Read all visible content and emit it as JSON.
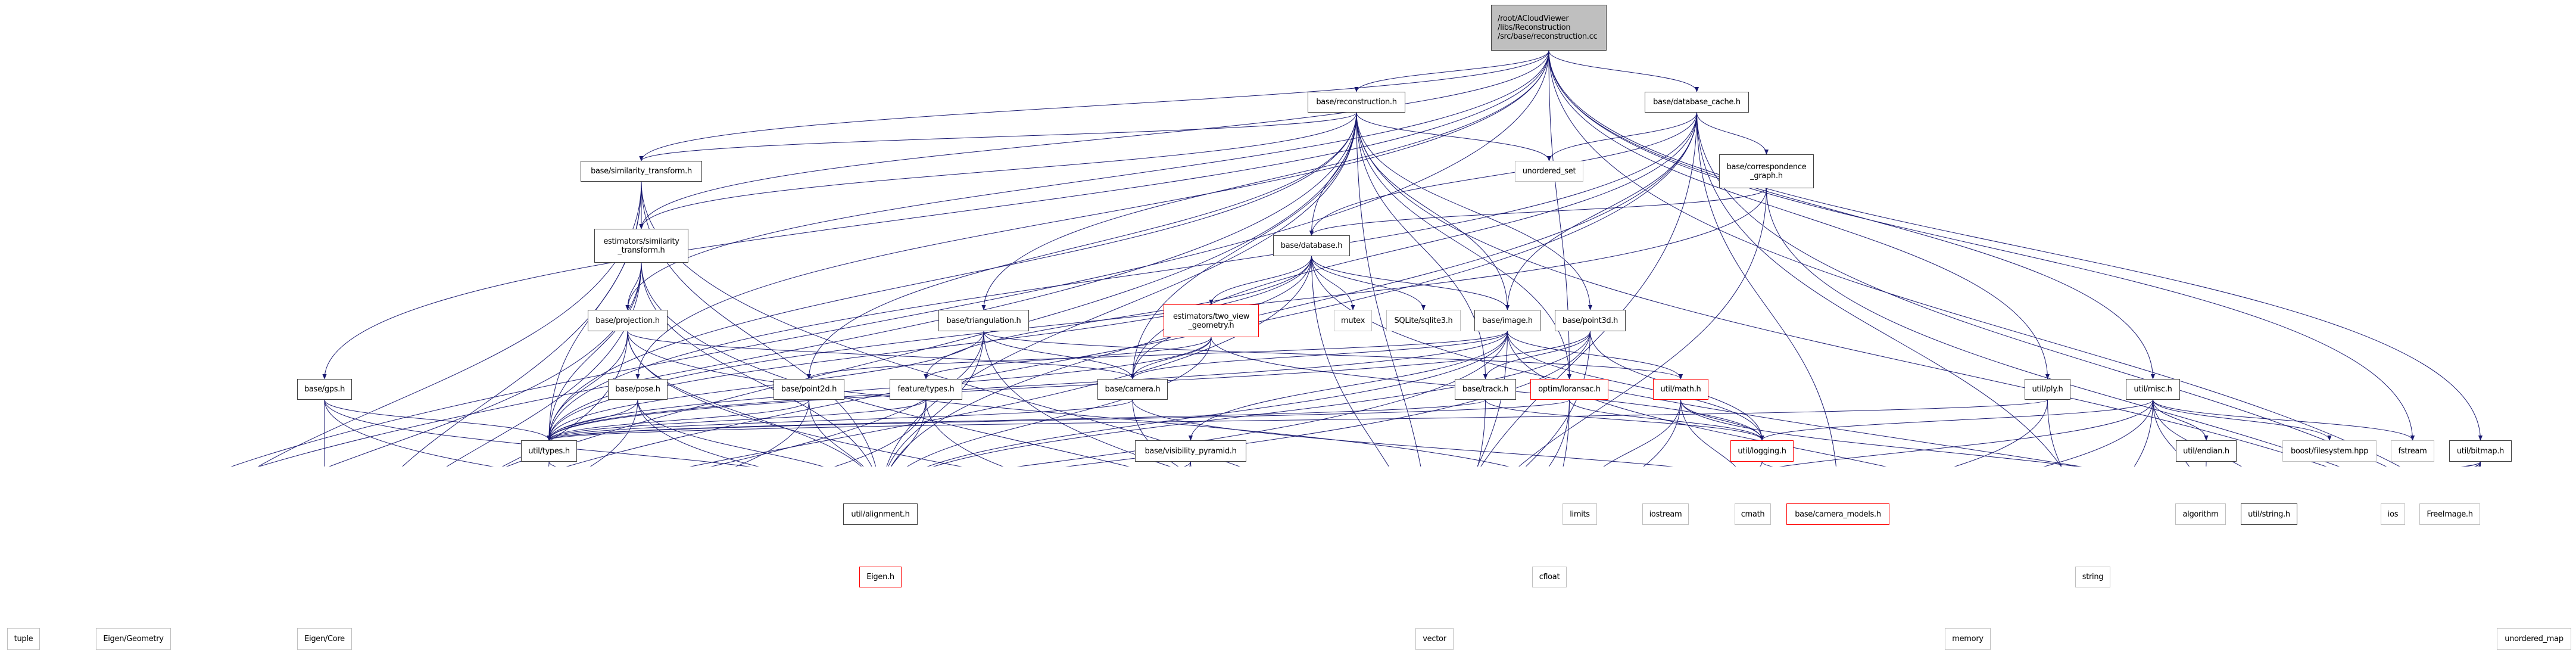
{
  "colors": {
    "edge": "#191970",
    "root_fill": "#bfbfbf",
    "truncated_border": "#ff0000",
    "external_border": "#bfbfbf",
    "normal_border": "#404040"
  },
  "nodes": [
    {
      "id": "root",
      "lines": [
        "/root/ACloudViewer",
        "/libs/Reconstruction",
        "/src/base/reconstruction.cc"
      ],
      "style": "root"
    },
    {
      "id": "reconstruction_h",
      "lines": [
        "base/reconstruction.h"
      ],
      "style": "normal"
    },
    {
      "id": "database_cache_h",
      "lines": [
        "base/database_cache.h"
      ],
      "style": "normal"
    },
    {
      "id": "similarity_transform_h",
      "lines": [
        "base/similarity_transform.h"
      ],
      "style": "normal"
    },
    {
      "id": "unordered_set",
      "lines": [
        "unordered_set"
      ],
      "style": "external"
    },
    {
      "id": "correspondence_graph_h",
      "lines": [
        "base/correspondence",
        "_graph.h"
      ],
      "style": "normal"
    },
    {
      "id": "est_similarity_transform_h",
      "lines": [
        "estimators/similarity",
        "_transform.h"
      ],
      "style": "normal"
    },
    {
      "id": "database_h",
      "lines": [
        "base/database.h"
      ],
      "style": "normal"
    },
    {
      "id": "projection_h",
      "lines": [
        "base/projection.h"
      ],
      "style": "normal"
    },
    {
      "id": "triangulation_h",
      "lines": [
        "base/triangulation.h"
      ],
      "style": "normal"
    },
    {
      "id": "two_view_geometry_h",
      "lines": [
        "estimators/two_view",
        "_geometry.h"
      ],
      "style": "truncated"
    },
    {
      "id": "mutex",
      "lines": [
        "mutex"
      ],
      "style": "external"
    },
    {
      "id": "sqlite3_h",
      "lines": [
        "SQLite/sqlite3.h"
      ],
      "style": "external"
    },
    {
      "id": "image_h",
      "lines": [
        "base/image.h"
      ],
      "style": "normal"
    },
    {
      "id": "point3d_h",
      "lines": [
        "base/point3d.h"
      ],
      "style": "normal"
    },
    {
      "id": "gps_h",
      "lines": [
        "base/gps.h"
      ],
      "style": "normal"
    },
    {
      "id": "pose_h",
      "lines": [
        "base/pose.h"
      ],
      "style": "normal"
    },
    {
      "id": "point2d_h",
      "lines": [
        "base/point2d.h"
      ],
      "style": "normal"
    },
    {
      "id": "feature_types_h",
      "lines": [
        "feature/types.h"
      ],
      "style": "normal"
    },
    {
      "id": "camera_h",
      "lines": [
        "base/camera.h"
      ],
      "style": "normal"
    },
    {
      "id": "track_h",
      "lines": [
        "base/track.h"
      ],
      "style": "normal"
    },
    {
      "id": "loransac_h",
      "lines": [
        "optim/loransac.h"
      ],
      "style": "truncated"
    },
    {
      "id": "math_h",
      "lines": [
        "util/math.h"
      ],
      "style": "truncated"
    },
    {
      "id": "ply_h",
      "lines": [
        "util/ply.h"
      ],
      "style": "normal"
    },
    {
      "id": "misc_h",
      "lines": [
        "util/misc.h"
      ],
      "style": "normal"
    },
    {
      "id": "types_h",
      "lines": [
        "util/types.h"
      ],
      "style": "normal"
    },
    {
      "id": "visibility_pyramid_h",
      "lines": [
        "base/visibility_pyramid.h"
      ],
      "style": "normal"
    },
    {
      "id": "logging_h",
      "lines": [
        "util/logging.h"
      ],
      "style": "truncated"
    },
    {
      "id": "endian_h",
      "lines": [
        "util/endian.h"
      ],
      "style": "normal"
    },
    {
      "id": "boost_filesystem",
      "lines": [
        "boost/filesystem.hpp"
      ],
      "style": "external"
    },
    {
      "id": "fstream",
      "lines": [
        "fstream"
      ],
      "style": "external"
    },
    {
      "id": "bitmap_h",
      "lines": [
        "util/bitmap.h"
      ],
      "style": "normal"
    },
    {
      "id": "alignment_h",
      "lines": [
        "util/alignment.h"
      ],
      "style": "normal"
    },
    {
      "id": "limits",
      "lines": [
        "limits"
      ],
      "style": "external"
    },
    {
      "id": "iostream",
      "lines": [
        "iostream"
      ],
      "style": "external"
    },
    {
      "id": "cmath",
      "lines": [
        "cmath"
      ],
      "style": "external"
    },
    {
      "id": "camera_models_h",
      "lines": [
        "base/camera_models.h"
      ],
      "style": "truncated"
    },
    {
      "id": "algorithm",
      "lines": [
        "algorithm"
      ],
      "style": "external"
    },
    {
      "id": "string_h",
      "lines": [
        "util/string.h"
      ],
      "style": "normal"
    },
    {
      "id": "ios",
      "lines": [
        "ios"
      ],
      "style": "external"
    },
    {
      "id": "freeimage_h",
      "lines": [
        "FreeImage.h"
      ],
      "style": "external"
    },
    {
      "id": "eigen_h",
      "lines": [
        "Eigen.h"
      ],
      "style": "truncated"
    },
    {
      "id": "cfloat",
      "lines": [
        "cfloat"
      ],
      "style": "external"
    },
    {
      "id": "string",
      "lines": [
        "string"
      ],
      "style": "external"
    },
    {
      "id": "tuple",
      "lines": [
        "tuple"
      ],
      "style": "external"
    },
    {
      "id": "eigen_geometry",
      "lines": [
        "Eigen/Geometry"
      ],
      "style": "external"
    },
    {
      "id": "eigen_core",
      "lines": [
        "Eigen/Core"
      ],
      "style": "external"
    },
    {
      "id": "vector",
      "lines": [
        "vector"
      ],
      "style": "external"
    },
    {
      "id": "memory",
      "lines": [
        "memory"
      ],
      "style": "external"
    },
    {
      "id": "unordered_map",
      "lines": [
        "unordered_map"
      ],
      "style": "external"
    }
  ],
  "edges": [
    [
      "root",
      "reconstruction_h"
    ],
    [
      "root",
      "database_cache_h"
    ],
    [
      "root",
      "gps_h"
    ],
    [
      "root",
      "pose_h"
    ],
    [
      "root",
      "projection_h"
    ],
    [
      "root",
      "similarity_transform_h"
    ],
    [
      "root",
      "triangulation_h"
    ],
    [
      "root",
      "est_similarity_transform_h"
    ],
    [
      "root",
      "loransac_h"
    ],
    [
      "root",
      "bitmap_h"
    ],
    [
      "root",
      "misc_h"
    ],
    [
      "root",
      "ply_h"
    ],
    [
      "root",
      "fstream"
    ],
    [
      "root",
      "unordered_map"
    ],
    [
      "root",
      "tuple"
    ],
    [
      "reconstruction_h",
      "tuple"
    ],
    [
      "reconstruction_h",
      "unordered_map"
    ],
    [
      "reconstruction_h",
      "unordered_set"
    ],
    [
      "reconstruction_h",
      "vector"
    ],
    [
      "reconstruction_h",
      "eigen_core"
    ],
    [
      "reconstruction_h",
      "camera_h"
    ],
    [
      "reconstruction_h",
      "database_h"
    ],
    [
      "reconstruction_h",
      "image_h"
    ],
    [
      "reconstruction_h",
      "point2d_h"
    ],
    [
      "reconstruction_h",
      "point3d_h"
    ],
    [
      "reconstruction_h",
      "similarity_transform_h"
    ],
    [
      "reconstruction_h",
      "track_h"
    ],
    [
      "reconstruction_h",
      "est_similarity_transform_h"
    ],
    [
      "reconstruction_h",
      "loransac_h"
    ],
    [
      "reconstruction_h",
      "alignment_h"
    ],
    [
      "reconstruction_h",
      "types_h"
    ],
    [
      "database_cache_h",
      "unordered_map"
    ],
    [
      "database_cache_h",
      "unordered_set"
    ],
    [
      "database_cache_h",
      "vector"
    ],
    [
      "database_cache_h",
      "string"
    ],
    [
      "database_cache_h",
      "eigen_core"
    ],
    [
      "database_cache_h",
      "camera_h"
    ],
    [
      "database_cache_h",
      "camera_models_h"
    ],
    [
      "database_cache_h",
      "correspondence_graph_h"
    ],
    [
      "database_cache_h",
      "database_h"
    ],
    [
      "database_cache_h",
      "image_h"
    ],
    [
      "database_cache_h",
      "alignment_h"
    ],
    [
      "database_cache_h",
      "types_h"
    ],
    [
      "correspondence_graph_h",
      "unordered_map"
    ],
    [
      "correspondence_graph_h",
      "vector"
    ],
    [
      "correspondence_graph_h",
      "database_h"
    ],
    [
      "correspondence_graph_h",
      "types_h"
    ],
    [
      "similarity_transform_h",
      "vector"
    ],
    [
      "similarity_transform_h",
      "eigen_core"
    ],
    [
      "similarity_transform_h",
      "eigen_geometry"
    ],
    [
      "similarity_transform_h",
      "est_similarity_transform_h"
    ],
    [
      "similarity_transform_h",
      "alignment_h"
    ],
    [
      "similarity_transform_h",
      "types_h"
    ],
    [
      "est_similarity_transform_h",
      "vector"
    ],
    [
      "est_similarity_transform_h",
      "eigen_core"
    ],
    [
      "est_similarity_transform_h",
      "eigen_geometry"
    ],
    [
      "est_similarity_transform_h",
      "projection_h"
    ],
    [
      "est_similarity_transform_h",
      "alignment_h"
    ],
    [
      "est_similarity_transform_h",
      "types_h"
    ],
    [
      "database_h",
      "mutex"
    ],
    [
      "database_h",
      "unordered_map"
    ],
    [
      "database_h",
      "vector"
    ],
    [
      "database_h",
      "eigen_core"
    ],
    [
      "database_h",
      "sqlite3_h"
    ],
    [
      "database_h",
      "camera_h"
    ],
    [
      "database_h",
      "image_h"
    ],
    [
      "database_h",
      "two_view_geometry_h"
    ],
    [
      "database_h",
      "feature_types_h"
    ],
    [
      "database_h",
      "types_h"
    ],
    [
      "projection_h",
      "limits"
    ],
    [
      "projection_h",
      "vector"
    ],
    [
      "projection_h",
      "eigen_core"
    ],
    [
      "projection_h",
      "camera_h"
    ],
    [
      "projection_h",
      "alignment_h"
    ],
    [
      "projection_h",
      "types_h"
    ],
    [
      "triangulation_h",
      "vector"
    ],
    [
      "triangulation_h",
      "eigen_core"
    ],
    [
      "triangulation_h",
      "camera_h"
    ],
    [
      "triangulation_h",
      "alignment_h"
    ],
    [
      "triangulation_h",
      "math_h"
    ],
    [
      "triangulation_h",
      "types_h"
    ],
    [
      "two_view_geometry_h",
      "camera_h"
    ],
    [
      "two_view_geometry_h",
      "feature_types_h"
    ],
    [
      "two_view_geometry_h",
      "alignment_h"
    ],
    [
      "two_view_geometry_h",
      "logging_h"
    ],
    [
      "two_view_geometry_h",
      "types_h"
    ],
    [
      "image_h",
      "string"
    ],
    [
      "image_h",
      "vector"
    ],
    [
      "image_h",
      "eigen_core"
    ],
    [
      "image_h",
      "camera_h"
    ],
    [
      "image_h",
      "point2d_h"
    ],
    [
      "image_h",
      "visibility_pyramid_h"
    ],
    [
      "image_h",
      "alignment_h"
    ],
    [
      "image_h",
      "logging_h"
    ],
    [
      "image_h",
      "math_h"
    ],
    [
      "image_h",
      "types_h"
    ],
    [
      "point3d_h",
      "vector"
    ],
    [
      "point3d_h",
      "eigen_core"
    ],
    [
      "point3d_h",
      "track_h"
    ],
    [
      "point3d_h",
      "logging_h"
    ],
    [
      "point3d_h",
      "types_h"
    ],
    [
      "point3d_h",
      "alignment_h"
    ],
    [
      "track_h",
      "vector"
    ],
    [
      "track_h",
      "logging_h"
    ],
    [
      "track_h",
      "types_h"
    ],
    [
      "point2d_h",
      "eigen_core"
    ],
    [
      "point2d_h",
      "alignment_h"
    ],
    [
      "point2d_h",
      "types_h"
    ],
    [
      "camera_h",
      "vector"
    ],
    [
      "camera_h",
      "types_h"
    ],
    [
      "camera_h",
      "camera_models_h"
    ],
    [
      "feature_types_h",
      "vector"
    ],
    [
      "feature_types_h",
      "eigen_core"
    ],
    [
      "feature_types_h",
      "alignment_h"
    ],
    [
      "feature_types_h",
      "types_h"
    ],
    [
      "gps_h",
      "vector"
    ],
    [
      "gps_h",
      "eigen_core"
    ],
    [
      "gps_h",
      "alignment_h"
    ],
    [
      "gps_h",
      "types_h"
    ],
    [
      "pose_h",
      "vector"
    ],
    [
      "pose_h",
      "eigen_core"
    ],
    [
      "pose_h",
      "alignment_h"
    ],
    [
      "pose_h",
      "types_h"
    ],
    [
      "visibility_pyramid_h",
      "vector"
    ],
    [
      "visibility_pyramid_h",
      "eigen_core"
    ],
    [
      "visibility_pyramid_h",
      "alignment_h"
    ],
    [
      "loransac_h",
      "cfloat"
    ],
    [
      "loransac_h",
      "vector"
    ],
    [
      "loransac_h",
      "logging_h"
    ],
    [
      "loransac_h",
      "types_h"
    ],
    [
      "math_h",
      "algorithm"
    ],
    [
      "math_h",
      "cmath"
    ],
    [
      "math_h",
      "limits"
    ],
    [
      "math_h",
      "vector"
    ],
    [
      "math_h",
      "logging_h"
    ],
    [
      "logging_h",
      "iostream"
    ],
    [
      "logging_h",
      "string_h"
    ],
    [
      "types_h",
      "eigen_core"
    ],
    [
      "types_h",
      "alignment_h"
    ],
    [
      "alignment_h",
      "eigen_h"
    ],
    [
      "eigen_h",
      "eigen_core"
    ],
    [
      "eigen_h",
      "eigen_geometry"
    ],
    [
      "eigen_h",
      "vector"
    ],
    [
      "eigen_h",
      "memory"
    ],
    [
      "eigen_h",
      "unordered_map"
    ],
    [
      "eigen_h",
      "tuple"
    ],
    [
      "camera_models_h",
      "cfloat"
    ],
    [
      "camera_models_h",
      "string"
    ],
    [
      "camera_models_h",
      "vector"
    ],
    [
      "camera_models_h",
      "eigen_core"
    ],
    [
      "camera_models_h",
      "unordered_map"
    ],
    [
      "ply_h",
      "string"
    ],
    [
      "ply_h",
      "vector"
    ],
    [
      "ply_h",
      "types_h"
    ],
    [
      "misc_h",
      "algorithm"
    ],
    [
      "misc_h",
      "boost_filesystem"
    ],
    [
      "misc_h",
      "fstream"
    ],
    [
      "misc_h",
      "iostream"
    ],
    [
      "misc_h",
      "string"
    ],
    [
      "misc_h",
      "vector"
    ],
    [
      "misc_h",
      "endian_h"
    ],
    [
      "misc_h",
      "logging_h"
    ],
    [
      "misc_h",
      "string_h"
    ],
    [
      "endian_h",
      "algorithm"
    ],
    [
      "bitmap_h",
      "algorithm"
    ],
    [
      "bitmap_h",
      "cmath"
    ],
    [
      "bitmap_h",
      "ios"
    ],
    [
      "bitmap_h",
      "freeimage_h"
    ],
    [
      "bitmap_h",
      "memory"
    ],
    [
      "bitmap_h",
      "string"
    ],
    [
      "bitmap_h",
      "vector"
    ],
    [
      "bitmap_h",
      "string_h"
    ],
    [
      "bitmap_h",
      "limits"
    ],
    [
      "bitmap_h",
      "unordered_map"
    ],
    [
      "string_h",
      "string"
    ],
    [
      "string_h",
      "vector"
    ]
  ]
}
